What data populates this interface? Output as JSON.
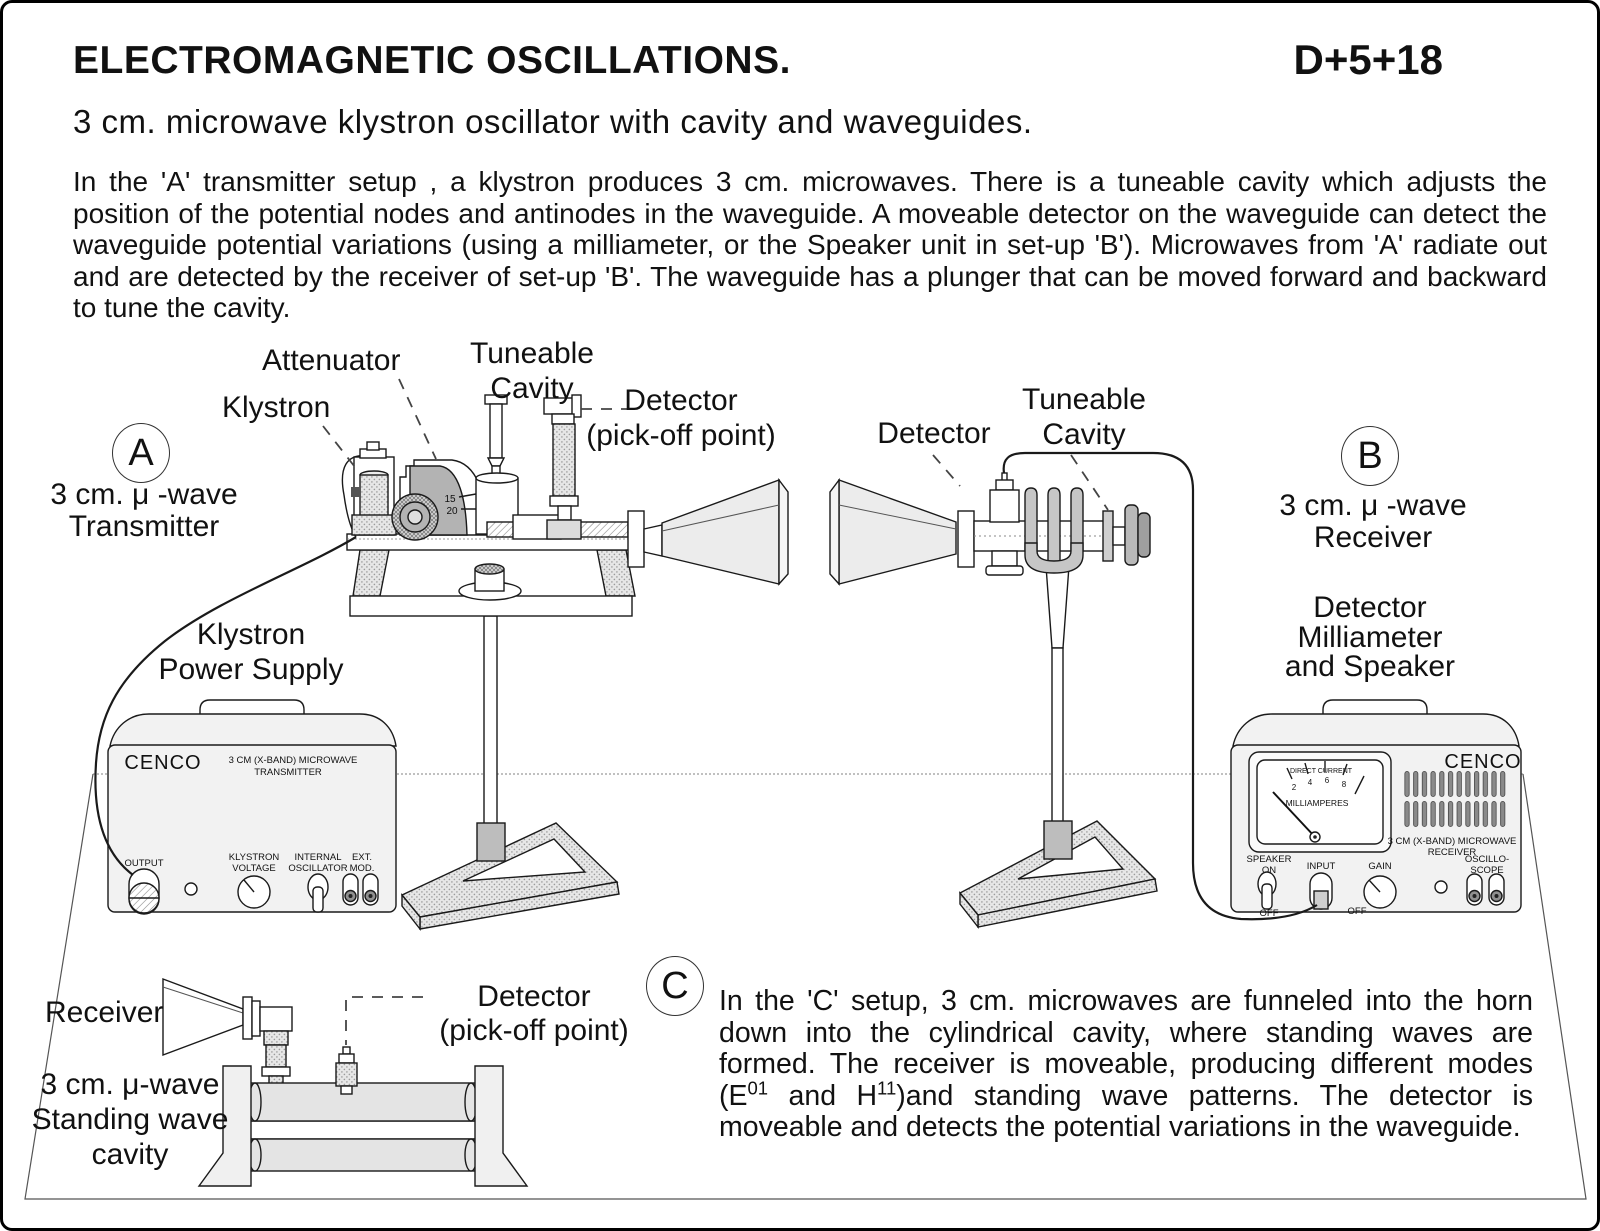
{
  "page": {
    "title": "ELECTROMAGNETIC OSCILLATIONS.",
    "code": "D+5+18",
    "subtitle": "3 cm. microwave klystron oscillator with cavity and waveguides.",
    "intro": "In the 'A' transmitter setup , a klystron produces 3 cm. microwaves.  There is a tuneable cavity which adjusts the position of  the potential nodes and antinodes in the waveguide.  A moveable detector  on the waveguide can detect the waveguide potential variations (using a milliameter, or the Speaker unit in set-up 'B').  Microwaves from 'A' radiate out and are detected by the receiver of set-up 'B'.  The waveguide has a plunger that can be moved forward and backward to tune the cavity."
  },
  "setup_a": {
    "badge": "A",
    "name_line1": "3 cm. μ -wave",
    "name_line2": "Transmitter",
    "labels": {
      "attenuator": "Attenuator",
      "tuneable_line1": "Tuneable",
      "tuneable_line2": "Cavity",
      "klystron": "Klystron",
      "detector_line1": "Detector",
      "detector_line2": "(pick-off point)",
      "power_supply_line1": "Klystron",
      "power_supply_line2": "Power Supply"
    },
    "attenuator_scale": {
      "tick1": "15",
      "tick2": "20"
    },
    "panel": {
      "brand": "CENCO",
      "model_line1": "3 CM (X-BAND) MICROWAVE",
      "model_line2": "TRANSMITTER",
      "output": "OUTPUT",
      "klystron_voltage_line1": "KLYSTRON",
      "klystron_voltage_line2": "VOLTAGE",
      "internal_oscillator_line1": "INTERNAL",
      "internal_oscillator_line2": "OSCILLATOR",
      "ext_mod_line1": "EXT.",
      "ext_mod_line2": "MOD."
    }
  },
  "setup_b": {
    "badge": "B",
    "name_line1": "3 cm. μ -wave",
    "name_line2": "Receiver",
    "labels": {
      "detector": "Detector",
      "tuneable_line1": "Tuneable",
      "tuneable_line2": "Cavity",
      "unit_line1": "Detector",
      "unit_line2": "Milliameter",
      "unit_line3": "and Speaker"
    },
    "panel": {
      "brand": "CENCO",
      "meter_title": "DIRECT CURRENT",
      "meter_unit": "MILLIAMPERES",
      "meter_ticks": [
        "2",
        "4",
        "6",
        "8"
      ],
      "model_line1": "3 CM (X-BAND) MICROWAVE",
      "model_line2": "RECEIVER",
      "speaker_line1": "SPEAKER",
      "speaker_line2": "ON",
      "speaker_off": "OFF",
      "input": "INPUT",
      "gain": "GAIN",
      "gain_off": "OFF",
      "oscilloscope_line1": "OSCILLO-",
      "oscilloscope_line2": "SCOPE"
    }
  },
  "setup_c": {
    "badge": "C",
    "labels": {
      "receiver": "Receiver",
      "detector_line1": "Detector",
      "detector_line2": "(pick-off point)",
      "cavity_line1": "3 cm. μ-wave",
      "cavity_line2": "Standing wave",
      "cavity_line3": "cavity"
    },
    "paragraph": {
      "part1": "In the 'C' setup, 3 cm. microwaves are funneled into the horn down into the cylindrical cavity, where standing waves are formed.  The receiver is moveable, producing different modes (E",
      "sup1": "01",
      "part2": " and H",
      "sup2": "11",
      "part3": ")and standing wave patterns. The detector is moveable and detects the potential variations in the waveguide."
    }
  }
}
